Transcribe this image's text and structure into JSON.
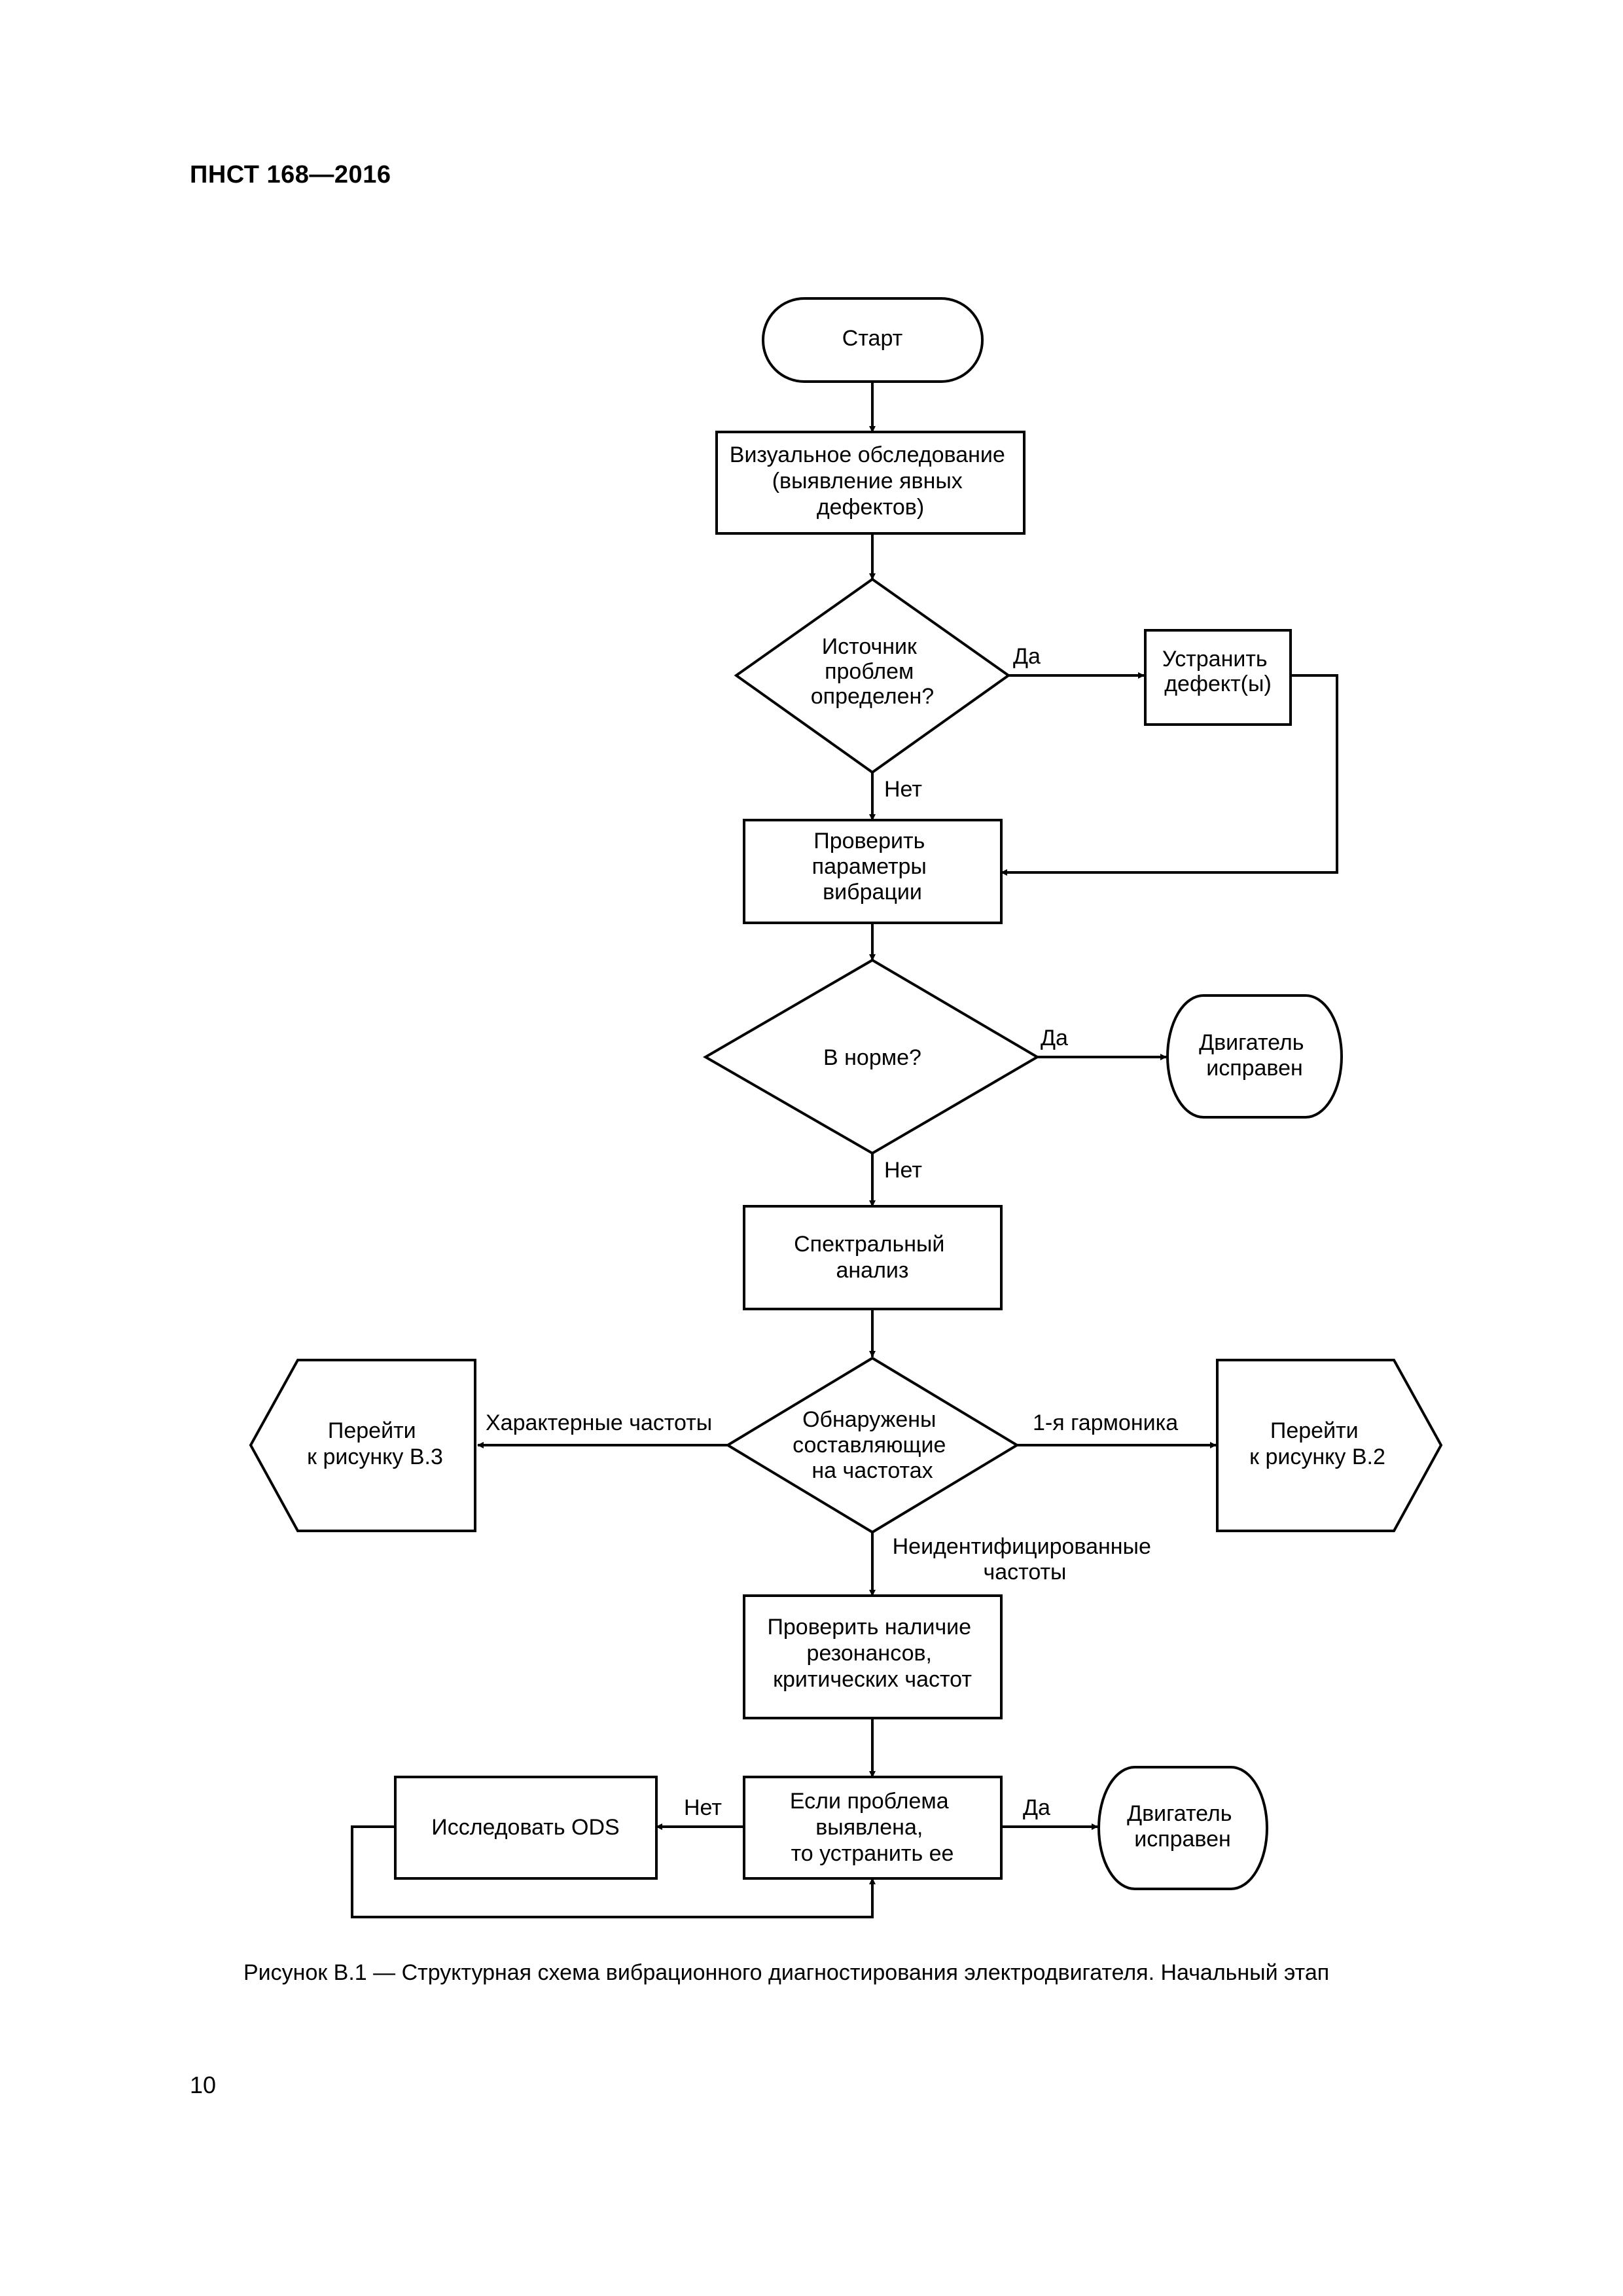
{
  "header": {
    "doc_id": "ПНСТ 168—2016"
  },
  "diagram": {
    "nodes": {
      "start": [
        "Старт"
      ],
      "visual": [
        "Визуальное обследование",
        "(выявление явных",
        "дефектов)"
      ],
      "source": [
        "Источник",
        "проблем",
        "определен?"
      ],
      "fix": [
        "Устранить",
        "дефект(ы)"
      ],
      "check_vib": [
        "Проверить",
        "параметры",
        "вибрации"
      ],
      "norm": [
        "В норме?"
      ],
      "ok1": [
        "Двигатель",
        "исправен"
      ],
      "spectral": [
        "Спектральный",
        "анализ"
      ],
      "detected": [
        "Обнаружены",
        "составляющие",
        "на частотах"
      ],
      "goto_b3": [
        "Перейти",
        "к рисунку В.3"
      ],
      "goto_b2": [
        "Перейти",
        "к рисунку В.2"
      ],
      "resonance": [
        "Проверить наличие",
        "резонансов,",
        "критических частот"
      ],
      "if_problem": [
        "Если проблема",
        "выявлена,",
        "то устранить ее"
      ],
      "ods": [
        "Исследовать ODS"
      ],
      "ok2": [
        "Двигатель",
        "исправен"
      ]
    },
    "edge_labels": {
      "source_yes": "Да",
      "source_no": "Нет",
      "norm_yes": "Да",
      "norm_no": "Нет",
      "char_freq": "Характерные частоты",
      "first_harm": "1-я гармоника",
      "unident": [
        "Неидентифицированные",
        "частоты"
      ],
      "problem_no": "Нет",
      "problem_yes": "Да"
    }
  },
  "caption": "Рисунок В.1 — Структурная схема вибрационного диагностирования электродвигателя. Начальный этап",
  "page_number": "10"
}
